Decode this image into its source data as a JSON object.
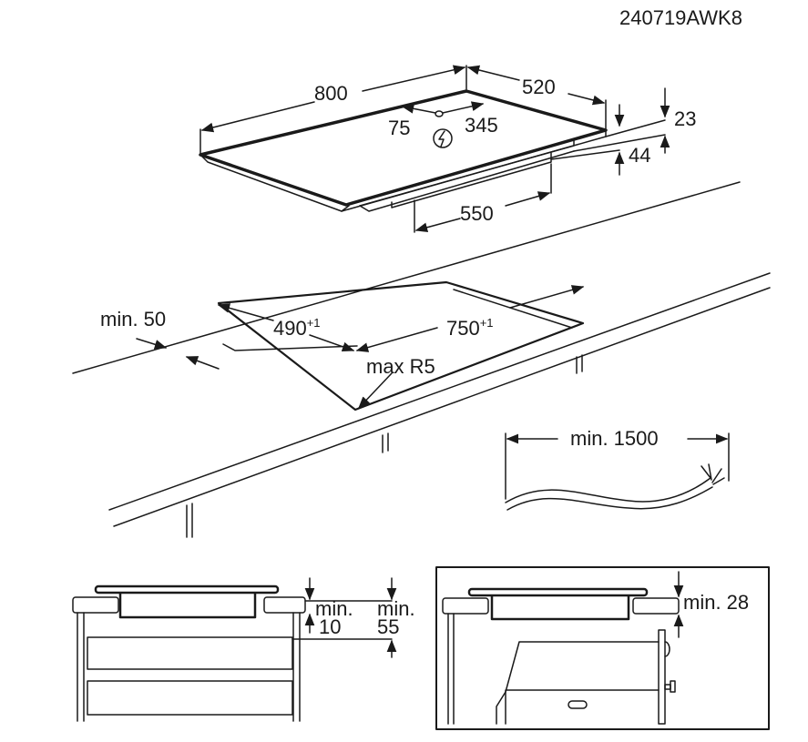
{
  "code": "240719AWK8",
  "hob": {
    "width": "800",
    "depth": "520",
    "conn_left": "75",
    "conn_right": "345",
    "height_total": "23",
    "height_body": "44",
    "body_width": "550"
  },
  "cutout": {
    "min_edge": "min. 50",
    "depth": "490",
    "depth_tol": "+1",
    "width": "750",
    "width_tol": "+1",
    "radius": "max R5"
  },
  "cable": {
    "length": "min. 1500"
  },
  "drawer_view": {
    "label_a1": "min.",
    "label_a2": "10",
    "label_b1": "min.",
    "label_b2": "55"
  },
  "oven_view": {
    "label": "min. 28"
  },
  "icons": [
    "electrical-connection-icon"
  ]
}
